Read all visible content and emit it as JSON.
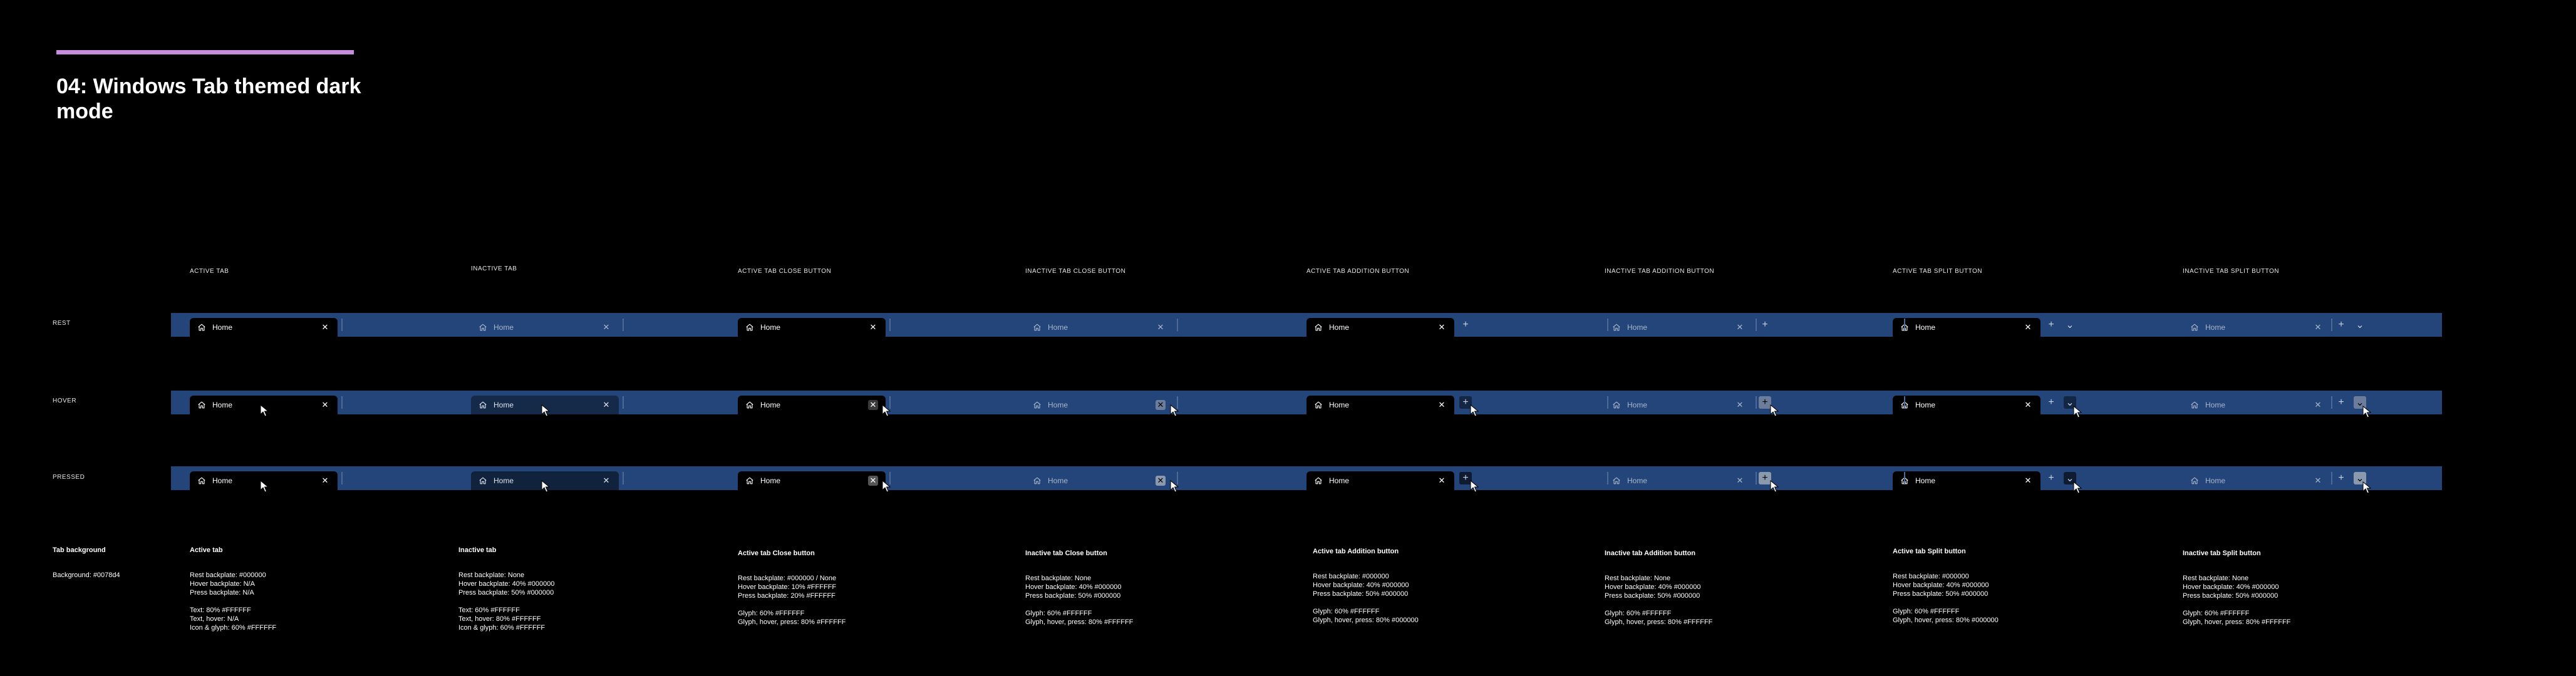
{
  "title": {
    "number": "04:",
    "text": "Windows Tab themed dark mode"
  },
  "colors": {
    "accent": "#C78CDE",
    "tab_background": "#23457A",
    "page": "#000000"
  },
  "columns": [
    "ACTIVE TAB",
    "INACTIVE TAB",
    "ACTIVE TAB CLOSE BUTTON",
    "INACTIVE TAB CLOSE BUTTON",
    "ACTIVE TAB ADDITION BUTTON",
    "INACTIVE TAB ADDITION BUTTON",
    "ACTIVE TAB SPLIT BUTTON",
    "INACTIVE TAB SPLIT BUTTON"
  ],
  "rows": [
    "REST",
    "HOVER",
    "PRESSED"
  ],
  "tab_label": "Home",
  "glyphs": {
    "close": "✕",
    "add": "+",
    "chevron": "⌄"
  },
  "specs": [
    {
      "title": "Tab background",
      "lines": [
        "Background: #0078d4"
      ]
    },
    {
      "title": "Active tab",
      "lines": [
        "Rest backplate: #000000",
        "Hover backplate: N/A",
        "Press backplate: N/A",
        "",
        "Text: 80% #FFFFFF",
        "Text, hover: N/A",
        "Icon & glyph: 60% #FFFFFF"
      ]
    },
    {
      "title": "Inactive tab",
      "lines": [
        "Rest backplate: None",
        "Hover backplate: 40% #000000",
        "Press backplate: 50% #000000",
        "",
        "Text: 60% #FFFFFF",
        "Text, hover: 80% #FFFFFF",
        "Icon & glyph: 60% #FFFFFF"
      ]
    },
    {
      "title": "Active tab Close button",
      "lines": [
        "Rest backplate: #000000 / None",
        "Hover backplate: 10% #FFFFFF",
        "Press backplate: 20% #FFFFFF",
        "",
        "Glyph: 60% #FFFFFF",
        "Glyph, hover, press: 80% #FFFFFF"
      ]
    },
    {
      "title": "Inactive tab Close button",
      "lines": [
        "Rest backplate: None",
        "Hover backplate: 40% #000000",
        "Press backplate: 50% #000000",
        "",
        "Glyph: 60% #FFFFFF",
        "Glyph, hover, press: 80% #FFFFFF"
      ]
    },
    {
      "title": "Active tab Addition button",
      "lines": [
        "Rest backplate: #000000",
        "Hover backplate: 40% #000000",
        "Press backplate: 50% #000000",
        "",
        "Glyph:  60% #FFFFFF",
        "Glyph, hover, press:  80% #000000"
      ]
    },
    {
      "title": "Inactive tab Addition button",
      "lines": [
        "Rest backplate: None",
        "Hover backplate: 40% #000000",
        "Press backplate: 50% #000000",
        "",
        "Glyph: 60% #FFFFFF",
        "Glyph, hover, press: 80% #FFFFFF"
      ]
    },
    {
      "title": "Active tab Split button",
      "lines": [
        "Rest backplate: #000000",
        "Hover backplate: 40% #000000",
        "Press backplate: 50% #000000",
        "",
        "Glyph: 60% #FFFFFF",
        "Glyph, hover, press:  80% #000000"
      ]
    },
    {
      "title": "Inactive tab Split button",
      "lines": [
        "Rest backplate: None",
        "Hover backplate: 40% #000000",
        "Press backplate: 50% #000000",
        "",
        "Glyph: 60% #FFFFFF",
        "Glyph, hover, press: 80% #FFFFFF"
      ]
    }
  ]
}
